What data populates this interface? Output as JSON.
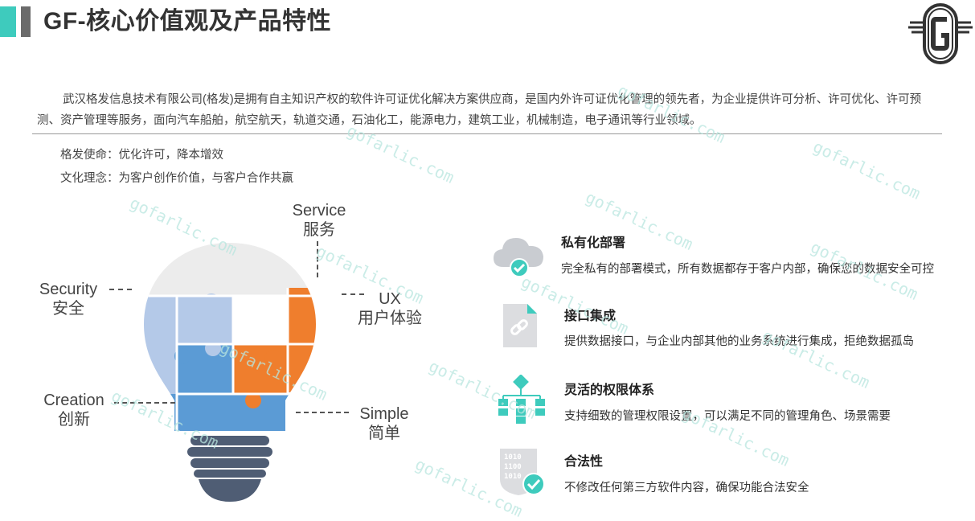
{
  "header": {
    "title": "GF-核心价值观及产品特性"
  },
  "intro": {
    "paragraph": "武汉格发信息技术有限公司(格发)是拥有自主知识产权的软件许可证优化解决方案供应商，是国内外许可证优化管理的领先者，为企业提供许可分析、许可优化、许可预测、资产管理等服务，面向汽车船舶，航空航天，轨道交通，石油化工，能源电力，建筑工业，机械制造，电子通讯等行业领域。",
    "mission": "格发使命：优化许可，降本增效",
    "culture": "文化理念：为客户创作价值，与客户合作共赢"
  },
  "bulb": {
    "service_en": "Service",
    "service_cn": "服务",
    "security_en": "Security",
    "security_cn": "安全",
    "ux_en": "UX",
    "ux_cn": "用户体验",
    "creation_en": "Creation",
    "creation_cn": "创新",
    "simple_en": "Simple",
    "simple_cn": "简单"
  },
  "features": [
    {
      "icon": "cloud-check-icon",
      "title": "私有化部署",
      "desc": "完全私有的部署模式，所有数据都存于客户内部，确保您的数据安全可控"
    },
    {
      "icon": "link-document-icon",
      "title": "接口集成",
      "desc": "提供数据接口，与企业内部其他的业务系统进行集成，拒绝数据孤岛"
    },
    {
      "icon": "hierarchy-icon",
      "title": "灵活的权限体系",
      "desc": "支持细致的管理权限设置，可以满足不同的管理角色、场景需要"
    },
    {
      "icon": "binary-shield-icon",
      "title": "合法性",
      "desc": "不修改任何第三方软件内容，确保功能合法安全"
    }
  ],
  "watermark": "gofarlic.com",
  "colors": {
    "teal": "#3ecbbd",
    "orange": "#ef7e2d",
    "blue": "#5b9bd5",
    "light_blue": "#b4c9e8",
    "slate": "#4f5d74",
    "gray_piece": "#ececec"
  }
}
